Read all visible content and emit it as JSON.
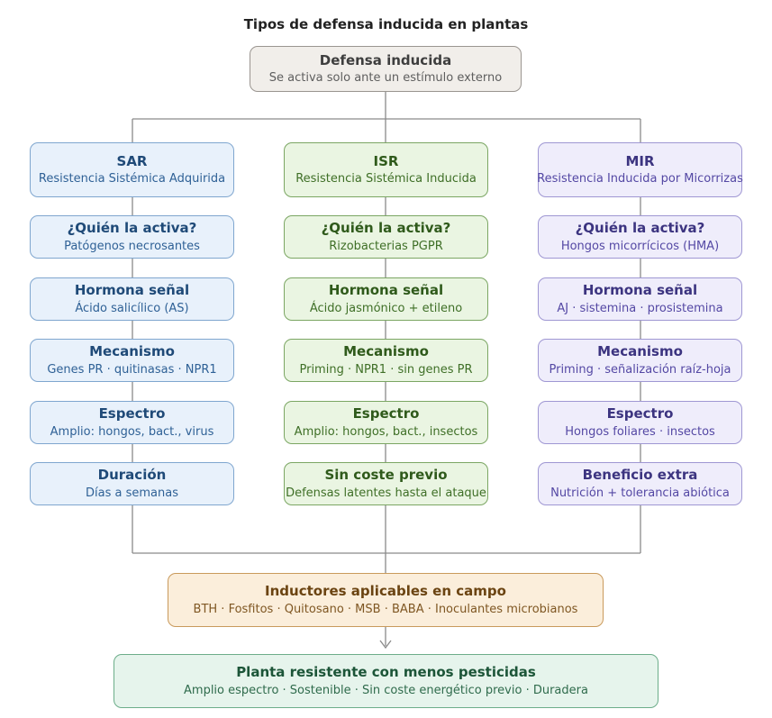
{
  "title": "Tipos de defensa inducida en plantas",
  "root": {
    "title": "Defensa inducida",
    "subtitle": "Se activa solo ante un estímulo externo"
  },
  "columns": [
    {
      "key": "sar",
      "header": {
        "title": "SAR",
        "subtitle": "Resistencia Sistémica Adquirida"
      },
      "items": [
        {
          "title": "¿Quién la activa?",
          "subtitle": "Patógenos necrosantes"
        },
        {
          "title": "Hormona señal",
          "subtitle": "Ácido salicílico (AS)"
        },
        {
          "title": "Mecanismo",
          "subtitle": "Genes PR · quitinasas · NPR1"
        },
        {
          "title": "Espectro",
          "subtitle": "Amplio: hongos, bact., virus"
        },
        {
          "title": "Duración",
          "subtitle": "Días a semanas"
        }
      ]
    },
    {
      "key": "isr",
      "header": {
        "title": "ISR",
        "subtitle": "Resistencia Sistémica Inducida"
      },
      "items": [
        {
          "title": "¿Quién la activa?",
          "subtitle": "Rizobacterias PGPR"
        },
        {
          "title": "Hormona señal",
          "subtitle": "Ácido jasmónico + etileno"
        },
        {
          "title": "Mecanismo",
          "subtitle": "Priming · NPR1 · sin genes PR"
        },
        {
          "title": "Espectro",
          "subtitle": "Amplio: hongos, bact., insectos"
        },
        {
          "title": "Sin coste previo",
          "subtitle": "Defensas latentes hasta el ataque"
        }
      ]
    },
    {
      "key": "mir",
      "header": {
        "title": "MIR",
        "subtitle": "Resistencia Inducida por Micorrizas"
      },
      "items": [
        {
          "title": "¿Quién la activa?",
          "subtitle": "Hongos micorrícicos (HMA)"
        },
        {
          "title": "Hormona señal",
          "subtitle": "AJ · sistemina · prosistemina"
        },
        {
          "title": "Mecanismo",
          "subtitle": "Priming · señalización raíz-hoja"
        },
        {
          "title": "Espectro",
          "subtitle": "Hongos foliares · insectos"
        },
        {
          "title": "Beneficio extra",
          "subtitle": "Nutrición + tolerancia abiótica"
        }
      ]
    }
  ],
  "inductors": {
    "title": "Inductores aplicables en campo",
    "subtitle": "BTH · Fosfitos · Quitosano · MSB · BABA · Inoculantes microbianos"
  },
  "result": {
    "title": "Planta resistente con menos pesticidas",
    "subtitle": "Amplio espectro · Sostenible · Sin coste energético previo · Duradera"
  }
}
